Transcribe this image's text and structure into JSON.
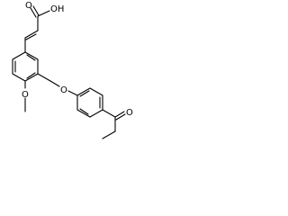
{
  "diagram": {
    "atom_labels": {
      "carboxylic_acid_oh": "OH",
      "carbonyl_oxygen_acid": "O",
      "methoxy_oxygen": "O",
      "ether_oxygen": "O",
      "ketone_oxygen": "O"
    },
    "colors": {
      "bond": "#000000",
      "text": "#000000",
      "background": "#ffffff"
    }
  }
}
